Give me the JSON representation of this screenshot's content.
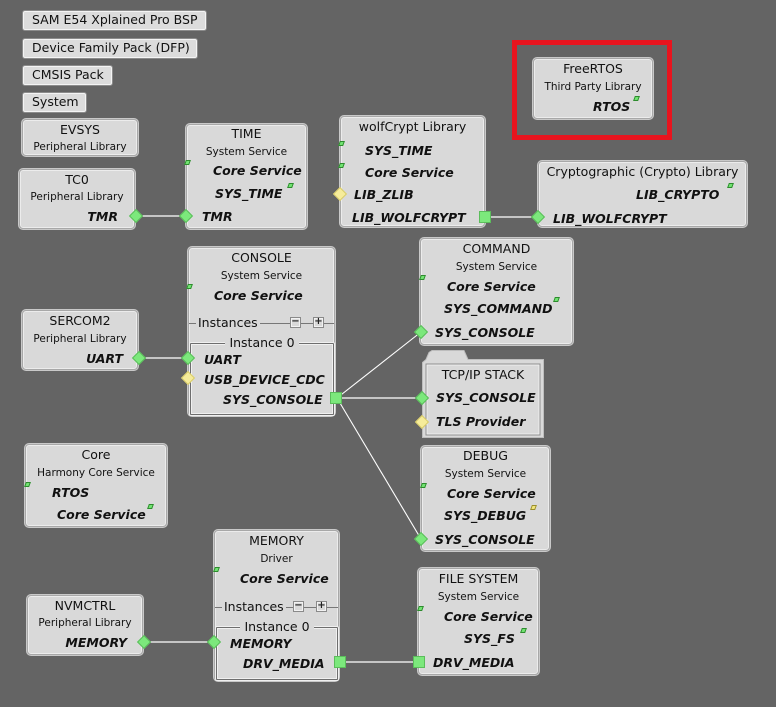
{
  "canvas": {
    "background": "#646464",
    "highlight_color": "#e8141e"
  },
  "tag_buttons": [
    {
      "id": "bsp",
      "label": "SAM E54 Xplained Pro BSP"
    },
    {
      "id": "dfp",
      "label": "Device Family Pack (DFP)"
    },
    {
      "id": "cmsis",
      "label": "CMSIS Pack"
    },
    {
      "id": "system",
      "label": "System"
    }
  ],
  "nodes": {
    "evsys": {
      "title": "EVSYS",
      "subtitle": "Peripheral Library"
    },
    "tc0": {
      "title": "TC0",
      "subtitle": "Peripheral Library",
      "capabilities": [
        "TMR"
      ]
    },
    "time": {
      "title": "TIME",
      "subtitle": "System Service",
      "capabilities": [
        "Core Service",
        "SYS_TIME",
        "TMR"
      ]
    },
    "wolfcrypt": {
      "title": "wolfCrypt Library",
      "capabilities": [
        "SYS_TIME",
        "Core Service",
        "LIB_ZLIB",
        "LIB_WOLFCRYPT"
      ]
    },
    "freertos": {
      "title": "FreeRTOS",
      "subtitle": "Third Party Library",
      "capabilities": [
        "RTOS"
      ],
      "highlighted": true
    },
    "crypto": {
      "title": "Cryptographic (Crypto) Library",
      "capabilities": [
        "LIB_CRYPTO",
        "LIB_WOLFCRYPT"
      ]
    },
    "console": {
      "title": "CONSOLE",
      "subtitle": "System Service",
      "capabilities": [
        "Core Service"
      ],
      "instances_label": "Instances",
      "instance_label": "Instance 0",
      "minus_label": "−",
      "plus_label": "+",
      "instance_capabilities": [
        "UART",
        "USB_DEVICE_CDC",
        "SYS_CONSOLE"
      ]
    },
    "sercom2": {
      "title": "SERCOM2",
      "subtitle": "Peripheral Library",
      "capabilities": [
        "UART"
      ]
    },
    "command": {
      "title": "COMMAND",
      "subtitle": "System Service",
      "capabilities": [
        "Core Service",
        "SYS_COMMAND",
        "SYS_CONSOLE"
      ]
    },
    "tcpip": {
      "title": "TCP/IP STACK",
      "capabilities": [
        "SYS_CONSOLE",
        "TLS Provider"
      ]
    },
    "debug": {
      "title": "DEBUG",
      "subtitle": "System Service",
      "capabilities": [
        "Core Service",
        "SYS_DEBUG",
        "SYS_CONSOLE"
      ]
    },
    "core": {
      "title": "Core",
      "subtitle": "Harmony Core Service",
      "capabilities": [
        "RTOS",
        "Core Service"
      ]
    },
    "memory": {
      "title": "MEMORY",
      "subtitle": "Driver",
      "capabilities": [
        "Core Service"
      ],
      "instances_label": "Instances",
      "instance_label": "Instance 0",
      "minus_label": "−",
      "plus_label": "+",
      "instance_capabilities": [
        "MEMORY",
        "DRV_MEDIA"
      ]
    },
    "nvmctrl": {
      "title": "NVMCTRL",
      "subtitle": "Peripheral Library",
      "capabilities": [
        "MEMORY"
      ]
    },
    "filesystem": {
      "title": "FILE SYSTEM",
      "subtitle": "System Service",
      "capabilities": [
        "Core Service",
        "SYS_FS",
        "DRV_MEDIA"
      ]
    }
  },
  "connections": [
    {
      "from": "TC0.TMR",
      "to": "TIME.TMR"
    },
    {
      "from": "wolfCrypt Library.LIB_WOLFCRYPT",
      "to": "Cryptographic (Crypto) Library.LIB_WOLFCRYPT"
    },
    {
      "from": "SERCOM2.UART",
      "to": "CONSOLE.UART"
    },
    {
      "from": "CONSOLE.SYS_CONSOLE",
      "to": "COMMAND.SYS_CONSOLE"
    },
    {
      "from": "CONSOLE.SYS_CONSOLE",
      "to": "TCP/IP STACK.SYS_CONSOLE"
    },
    {
      "from": "CONSOLE.SYS_CONSOLE",
      "to": "DEBUG.SYS_CONSOLE"
    },
    {
      "from": "NVMCTRL.MEMORY",
      "to": "MEMORY.MEMORY"
    },
    {
      "from": "MEMORY.DRV_MEDIA",
      "to": "FILE SYSTEM.DRV_MEDIA"
    }
  ],
  "colors": {
    "connected": "#7ce87c",
    "optional": "#f6ec9a",
    "wire": "#ffffff",
    "node_fill": "#d9d9d9"
  }
}
